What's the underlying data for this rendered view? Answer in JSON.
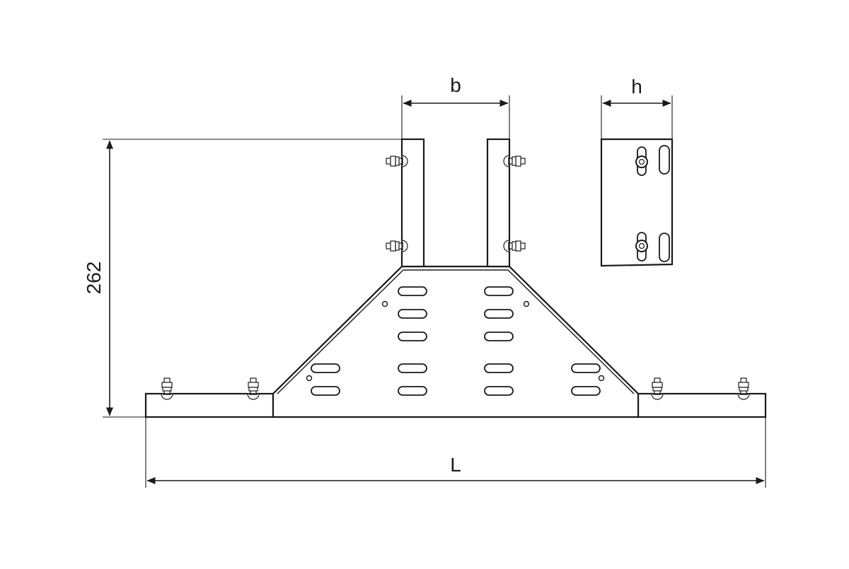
{
  "colors": {
    "line": "#1a1a1a",
    "background": "#ffffff"
  },
  "dimensions": {
    "width_label": "b",
    "side_width_label": "h",
    "height_label": "262",
    "length_label": "L"
  }
}
